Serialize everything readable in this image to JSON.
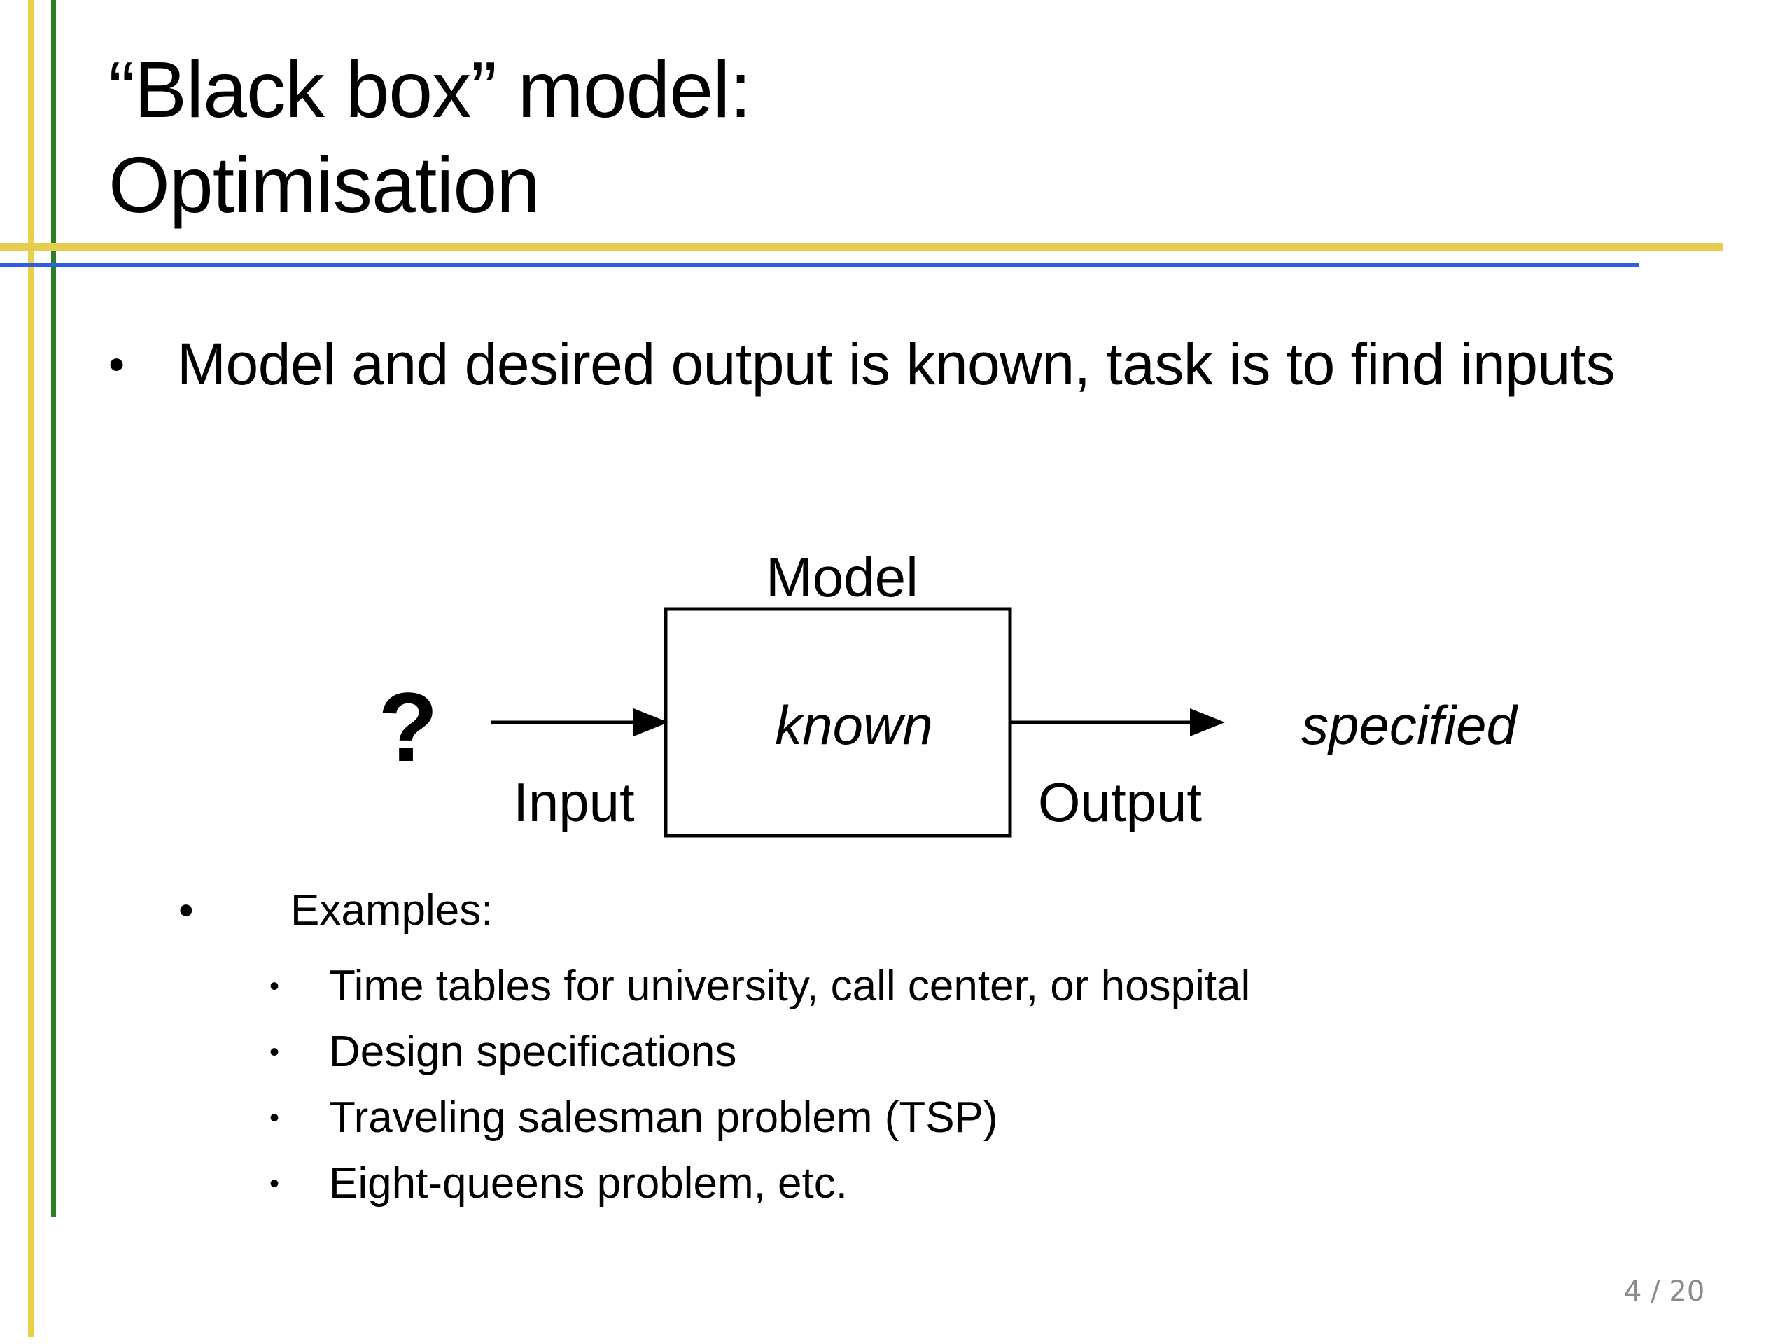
{
  "slide": {
    "title_line1": "“Black box” model:",
    "title_line2": "Optimisation",
    "bullet": "•",
    "main_point": "Model and desired output is known, task is to find inputs",
    "diagram": {
      "model_label": "Model",
      "box_text": "known",
      "input_symbol": "?",
      "input_label": "Input",
      "output_label": "Output",
      "output_value": "specified"
    },
    "examples_heading": "Examples:",
    "sub_bullet": "•",
    "examples": [
      "Time tables for university, call center, or hospital",
      "Design specifications",
      "Traveling salesman problem (TSP)",
      "Eight-queens problem, etc."
    ],
    "page_current": "4",
    "page_total": "/ 20"
  },
  "colors": {
    "yellow_rule": "#e6cd4f",
    "green_rule": "#2b7f24",
    "blue_rule": "#2f5ee0",
    "page_number": "#8a8a8a"
  }
}
